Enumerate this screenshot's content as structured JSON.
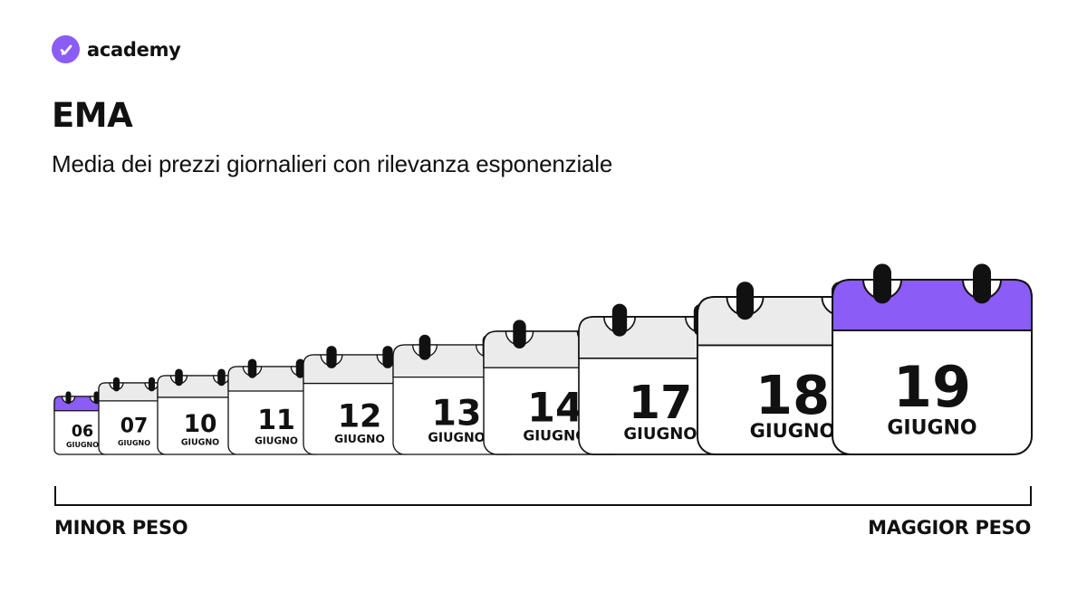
{
  "brand": {
    "name": "academy",
    "logo_icon": "check-badge-icon",
    "accent": "#8b5cf6"
  },
  "title": "EMA",
  "subtitle": "Media dei prezzi giornalieri con rilevanza esponenziale",
  "calendars": [
    {
      "day": "06",
      "month": "GIUGNO",
      "highlight": true
    },
    {
      "day": "07",
      "month": "GIUGNO",
      "highlight": false
    },
    {
      "day": "10",
      "month": "GIUGNO",
      "highlight": false
    },
    {
      "day": "11",
      "month": "GIUGNO",
      "highlight": false
    },
    {
      "day": "12",
      "month": "GIUGNO",
      "highlight": false
    },
    {
      "day": "13",
      "month": "GIUGNO",
      "highlight": false
    },
    {
      "day": "14",
      "month": "GIUGNO",
      "highlight": false
    },
    {
      "day": "17",
      "month": "GIUGNO",
      "highlight": false
    },
    {
      "day": "18",
      "month": "GIUGNO",
      "highlight": false
    },
    {
      "day": "19",
      "month": "GIUGNO",
      "highlight": true
    }
  ],
  "axis": {
    "left_label": "MINOR PESO",
    "right_label": "MAGGIOR PESO"
  },
  "colors": {
    "highlight_header": "#8b5cf6",
    "header": "#ebebeb",
    "ink": "#111111"
  }
}
